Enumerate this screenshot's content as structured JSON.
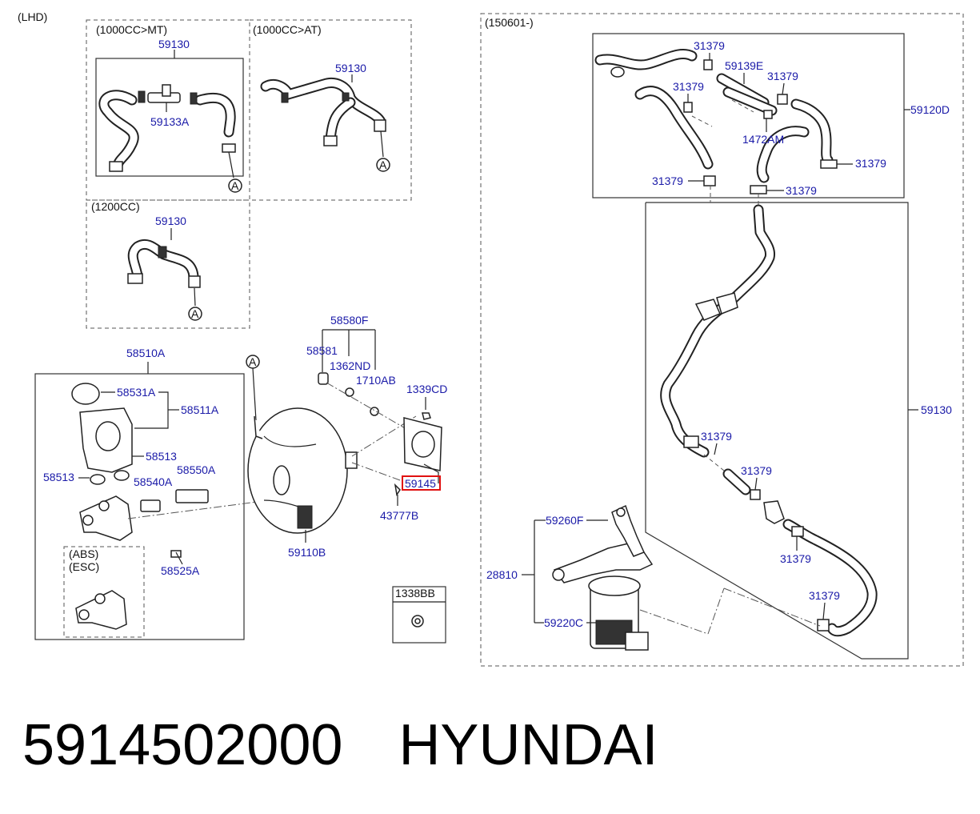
{
  "sections": {
    "lhd": "(LHD)",
    "mt_1000": "(1000CC>MT)",
    "at_1000": "(1000CC>AT)",
    "cc_1200": "(1200CC)",
    "date_150601": "(150601-)",
    "abs_esc": [
      "(ABS)",
      "(ESC)"
    ]
  },
  "markers": {
    "a": "A"
  },
  "labels": {
    "p59130_mt": "59130",
    "p59133A": "59133A",
    "p59130_at": "59130",
    "p59130_1200": "59130",
    "p58510A": "58510A",
    "p58531A": "58531A",
    "p58511A": "58511A",
    "p58513_a": "58513",
    "p58513_b": "58513",
    "p58550A": "58550A",
    "p58540A": "58540A",
    "p58525A": "58525A",
    "p58580F": "58580F",
    "p58581": "58581",
    "p1362ND": "1362ND",
    "p1710AB": "1710AB",
    "p1339CD": "1339CD",
    "p59145": "59145",
    "p43777B": "43777B",
    "p59110B": "59110B",
    "p1338BB": "1338BB",
    "p31379_1": "31379",
    "p59139E": "59139E",
    "p31379_2": "31379",
    "p31379_3": "31379",
    "p59120D": "59120D",
    "p1472AM": "1472AM",
    "p31379_4": "31379",
    "p31379_5": "31379",
    "p31379_6": "31379",
    "p59130_right": "59130",
    "p31379_7": "31379",
    "p31379_8": "31379",
    "p59260F": "59260F",
    "p28810": "28810",
    "p59220C": "59220C",
    "p31379_9": "31379",
    "p31379_10": "31379"
  },
  "highlight": {
    "part": "59145",
    "color": "#e01010"
  },
  "colors": {
    "label_text": "#1a1aa8",
    "line": "#222222"
  },
  "footer": {
    "part_number": "5914502000",
    "brand": "HYUNDAI"
  }
}
